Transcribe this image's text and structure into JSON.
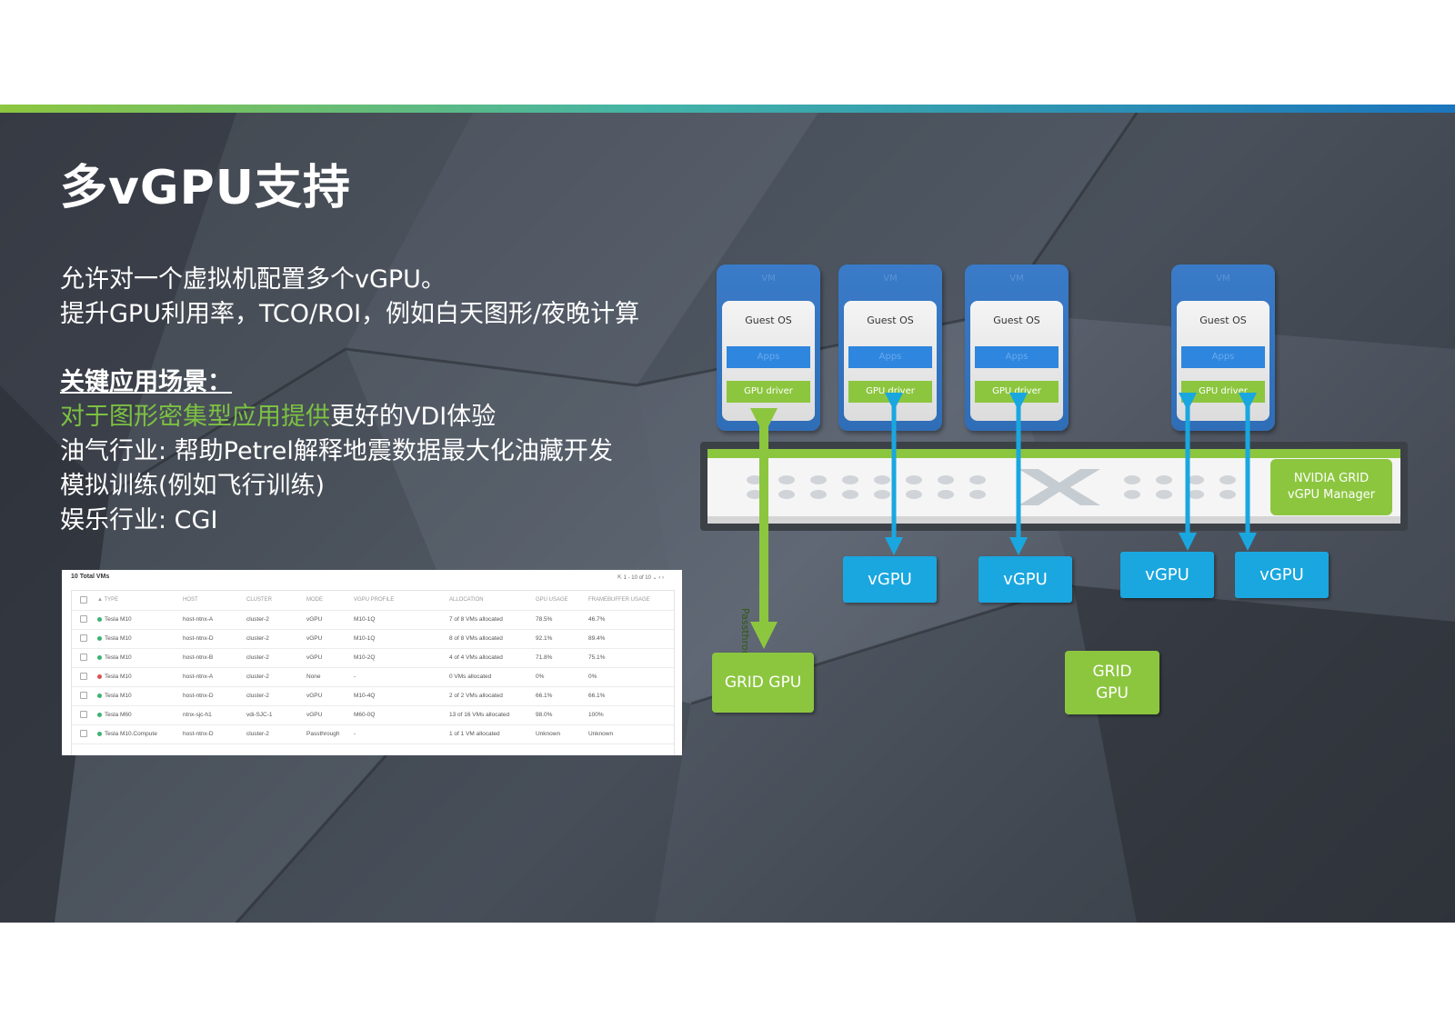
{
  "slide": {
    "title": "多vGPU支持",
    "lines": [
      "允许对一个虚拟机配置多个vGPU。",
      "提升GPU利用率，TCO/ROI，例如白天图形/夜晚计算"
    ],
    "key_heading": "关键应用场景：",
    "scenario_green": "对于图形密集型应用提供",
    "scenario_rest": "更好的VDI体验",
    "scenarios": [
      "油气行业: 帮助Petrel解释地震数据最大化油藏开发",
      "模拟训练(例如飞行训练)",
      "娱乐行业: CGI"
    ]
  },
  "table": {
    "total": "10 Total VMs",
    "pager": "1 - 10 of 10 ⌄   ‹  ›",
    "headers": [
      "▲ TYPE",
      "HOST",
      "CLUSTER",
      "MODE",
      "VGPU PROFILE",
      "ALLOCATION",
      "GPU USAGE",
      "FRAMEBUFFER USAGE"
    ],
    "rows": [
      {
        "type": "Tesla M10",
        "status": "#3cb371",
        "host": "host-ntnx-A",
        "cluster": "cluster-2",
        "mode": "vGPU",
        "profile": "M10-1Q",
        "allocation": "7 of 8 VMs allocated",
        "gpu": "78.5%",
        "fb": "46.7%"
      },
      {
        "type": "Tesla M10",
        "status": "#3cb371",
        "host": "host-ntnx-D",
        "cluster": "cluster-2",
        "mode": "vGPU",
        "profile": "M10-1Q",
        "allocation": "8 of 8 VMs allocated",
        "gpu": "92.1%",
        "fb": "89.4%"
      },
      {
        "type": "Tesla M10",
        "status": "#3cb371",
        "host": "host-ntnx-B",
        "cluster": "cluster-2",
        "mode": "vGPU",
        "profile": "M10-2Q",
        "allocation": "4 of 4 VMs allocated",
        "gpu": "71.8%",
        "fb": "75.1%"
      },
      {
        "type": "Tesla M10",
        "status": "#d9534f",
        "host": "host-ntnx-A",
        "cluster": "cluster-2",
        "mode": "None",
        "profile": "-",
        "allocation": "0 VMs allocated",
        "gpu": "0%",
        "fb": "0%"
      },
      {
        "type": "Tesla M10",
        "status": "#3cb371",
        "host": "host-ntnx-D",
        "cluster": "cluster-2",
        "mode": "vGPU",
        "profile": "M10-4Q",
        "allocation": "2 of 2 VMs allocated",
        "gpu": "66.1%",
        "fb": "66.1%"
      },
      {
        "type": "Tesla M60",
        "status": "#3cb371",
        "host": "ntnx-sjc-h1",
        "cluster": "vdi-SJC-1",
        "mode": "vGPU",
        "profile": "M60-0Q",
        "allocation": "13 of 16 VMs allocated",
        "gpu": "98.0%",
        "fb": "100%"
      },
      {
        "type": "Tesla M10.Compute",
        "status": "#3cb371",
        "host": "host-ntnx-D",
        "cluster": "cluster-2",
        "mode": "Passthrough",
        "profile": "-",
        "allocation": "1 of 1 VM allocated",
        "gpu": "Unknown",
        "fb": "Unknown"
      }
    ]
  },
  "diagram": {
    "vm_label": "VM",
    "guest_os": "Guest OS",
    "apps": "Apps",
    "gpu_driver": "GPU driver",
    "manager_line1": "NVIDIA GRID",
    "manager_line2": "vGPU Manager",
    "vgpu": "vGPU",
    "grid_gpu": "GRID GPU",
    "grid_gpu_2a": "GRID",
    "grid_gpu_2b": "GPU",
    "passthrough": "Passthrough"
  },
  "colors": {
    "accent_green": "#8cc63f",
    "vgpu_blue": "#1aa7e0",
    "vm_blue": "#2f6db7"
  }
}
